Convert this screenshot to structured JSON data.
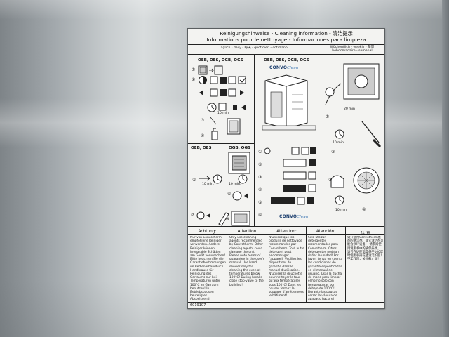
{
  "header": {
    "line1": "Reinigungshinweise - Cleaning information - 清洁提示",
    "line2": "Informations pour le nettoyage - Informaciones para limpieza"
  },
  "columns": {
    "daily": "Täglich - daily - 每天 - quotidien - cotidiano",
    "weekly_line1": "Wöchentlich - weekly - 每周",
    "weekly_line2": "hebdomadaire - semanal"
  },
  "panel_labels": {
    "models_left": "OEB, OES, OGB, OGS",
    "models_mid": "OEB, OES, OGB, OGS",
    "oeb_oes": "OEB, OES",
    "ogb_ogs": "OGB, OGS"
  },
  "logo": {
    "brand": "CONVO",
    "suffix": "Clean"
  },
  "durations": {
    "ten_min": "10 min.",
    "twenty_min": "20 min"
  },
  "step_numbers": [
    "①",
    "②",
    "③",
    "④",
    "⑤",
    "⑥",
    "⑦",
    "⑧"
  ],
  "warnings": [
    {
      "heading": "Achtung:",
      "text": "Nur von Convotherm empfohlene Reiniger verwenden. Andere Reiniger können irreparable Schäden am Gerät verursachen! Bitte beachten Sie die Garantiebestimmungen im Bedienerhandbuch. Handbrause für Reinigung des Garraums nur bei Temperaturen unter 100°C im Garraum benutzen! In Betriebspausen beuteligtes Abspeisventil schließen!"
    },
    {
      "heading": "Attention",
      "text": "Only use cleaning agents recommended by Convotherm. Other cleaning agents could damage the unit! Please note terms of guarantee in the user's manual. Use hand shower only for cleaning the oven at temperatures below 100°C! During breaks close stop-valve to the building!"
    },
    {
      "heading": "Attention:",
      "text": "N'utilisez que les produits de nettoyage recommandés par Convotherm. Tout autre détergent peut endommager l'appareil! Veuillez les dispositions de garantie dans le manuel d'utilisation. N'utilisez la douchette pour nettoyer le four qu'aux températures sous 100°C! Dans les pauses fermez la soupape d'arrêt envers le bâtiment!"
    },
    {
      "heading": "Atención:",
      "text": "Solo utilizar detergentes recomendados para Convotherm. Otros detergentes podrían dañar la unidad! Por favor, tenga en cuenta las condiciones de garantía especificadas en el manual de usuario. Usar la ducha de mano para limpiar el horno sólo con temperaturas por debajo de 100°C! Durante las pausas cerrar la válvula de apagado hacia el edificio!"
    },
    {
      "heading": "注 意",
      "text": "请只使用Convotherm推荐的清洁剂。其它清洁剂可能会损坏设备！ 请参阅使用说明书中的质保条款。 请只在炉腔温度低于100度时使用手持花洒清洁炉腔！ 不工作时，关闭截止阀！"
    }
  ],
  "document_number": "6019107",
  "colors": {
    "label_bg": "#f3f3f1",
    "line": "#222222",
    "logo_blue": "#1d3f6e",
    "steel": "#c7ccce"
  }
}
